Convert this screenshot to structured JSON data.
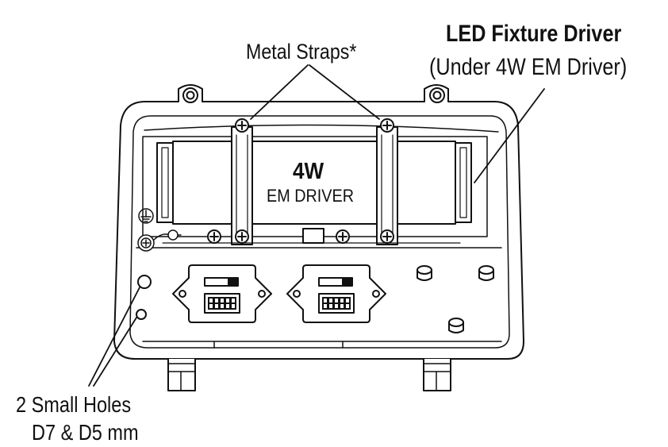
{
  "labels": {
    "metal_straps": "Metal Straps*",
    "fixture_driver": "LED Fixture Driver",
    "under_em_driver": "(Under 4W EM Driver)",
    "driver_wattage": "4W",
    "driver_name": "EM DRIVER",
    "holes_line1": "2  Small Holes",
    "holes_line2": "D7 & D5 mm"
  },
  "colors": {
    "line": "#111111",
    "background": "#ffffff"
  }
}
